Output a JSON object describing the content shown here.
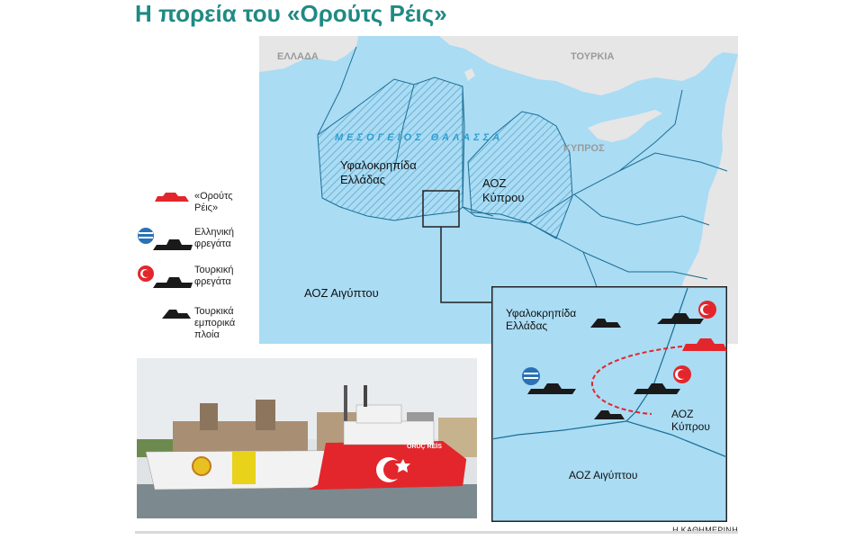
{
  "title": "Η πορεία του «Ορούτς Ρέις»",
  "map": {
    "countries": {
      "greece": "ΕΛΛΑΔΑ",
      "turkey": "ΤΟΥΡΚΙΑ",
      "cyprus": "ΚΥΠΡΟΣ"
    },
    "sea_label": "ΜΕΣΟΓΕΙΟΣ ΘΑΛΑΣΣΑ",
    "zones": {
      "greek_shelf": "Υφαλοκρηπίδα Ελλάδας",
      "cyprus_eez": "ΑΟΖ Κύπρου",
      "egypt_eez": "ΑΟΖ Αιγύπτου"
    },
    "colors": {
      "sea": "#aadcf4",
      "land": "#e6e6e6",
      "border": "#1b6e94",
      "hatch": "#6fb1d6",
      "accent": "#1f8a83",
      "turkish_red": "#e3262b",
      "ship_red": "#e3262b"
    }
  },
  "inset": {
    "greek_shelf": "Υφαλοκρηπίδα Ελλάδας",
    "cyprus_eez": "ΑΟΖ Κύπρου",
    "egypt_eez": "ΑΟΖ Αιγύπτου"
  },
  "legend": [
    {
      "icon": "oruc-reis-red-ship-icon",
      "label": "«Ορούτς Ρέις»"
    },
    {
      "icon": "greek-flag-frigate-icon",
      "label": "Ελληνική φρεγάτα"
    },
    {
      "icon": "turkish-flag-frigate-icon",
      "label": "Τουρκική φρεγάτα"
    },
    {
      "icon": "turkish-merchant-ship-icon",
      "label": "Τουρκικά εμπορικά πλοία"
    }
  ],
  "photo": {
    "ship_name": "ORUÇ REİS"
  },
  "credit": "Η ΚΑΘΗΜΕΡΙΝΗ"
}
